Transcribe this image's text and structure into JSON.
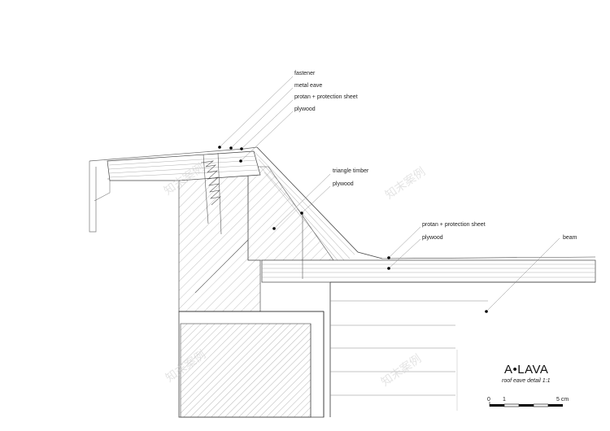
{
  "labels_top": [
    "fastener",
    "metal eave",
    "protan + protection sheet",
    "plywood"
  ],
  "labels_mid": [
    "triangle timber",
    "plywood"
  ],
  "labels_right": [
    "protan + protection sheet",
    "plywood"
  ],
  "label_beam": "beam",
  "brand": "A•LAVA",
  "subtitle": "roof eave detail 1:1",
  "scale": {
    "zero": "0",
    "one": "1",
    "five": "5 cm"
  },
  "watermark": "知末案例"
}
